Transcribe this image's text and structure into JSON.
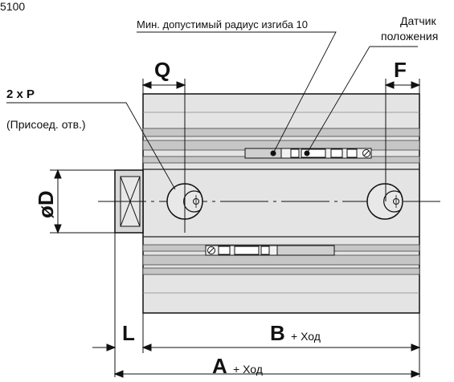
{
  "figure": {
    "corner_text": "5100",
    "bend_radius_note": "Мин. допустимый радиус изгиба 10",
    "sensor_label_line1": "Датчик",
    "sensor_label_line2": "положения",
    "port_label": "2 x P",
    "port_note": "(Присоед. отв.)",
    "dim_q": "Q",
    "dim_f": "F",
    "dim_d": "øD",
    "dim_l": "L",
    "dim_b": "B",
    "dim_a": "A",
    "stroke_suffix": "+ Ход"
  },
  "colors": {
    "body_fill": "#e4e4e4",
    "band_fill": "#c4c4c4",
    "line": "#111111",
    "sensor_fill": "#f2f2f2"
  }
}
